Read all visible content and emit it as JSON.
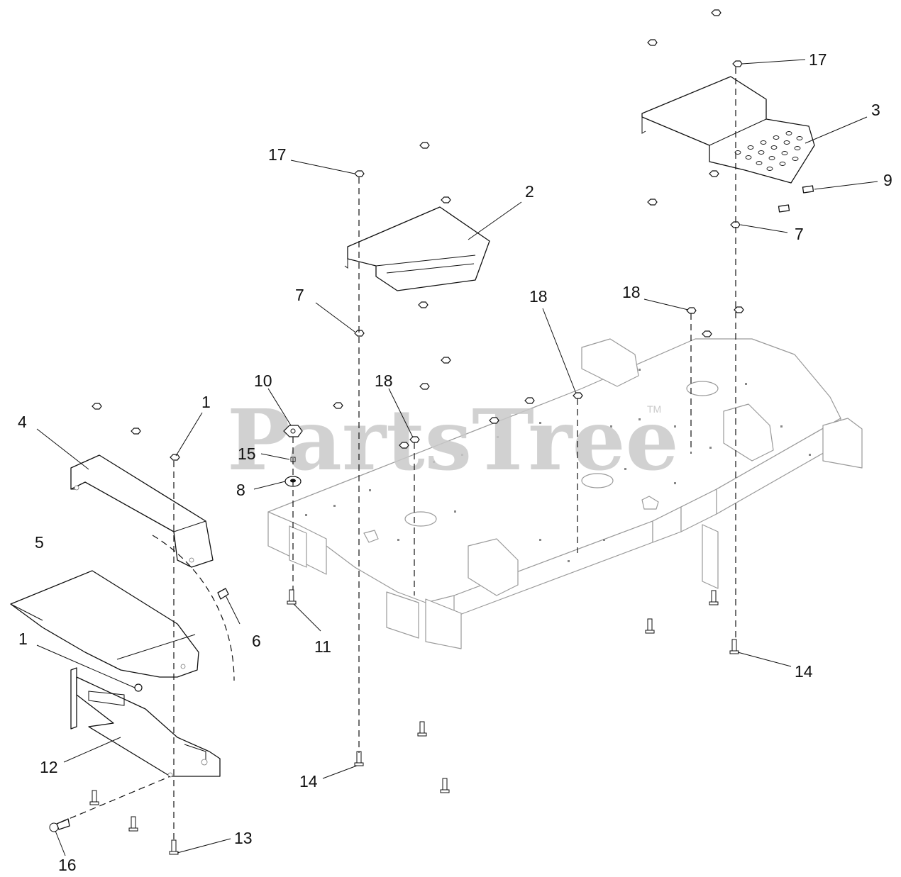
{
  "watermark": {
    "text": "PartsTree",
    "trademark": "TM"
  },
  "callouts": [
    {
      "id": "c17a",
      "text": "17"
    },
    {
      "id": "c3",
      "text": "3"
    },
    {
      "id": "c9",
      "text": "9"
    },
    {
      "id": "c7a",
      "text": "7"
    },
    {
      "id": "c17b",
      "text": "17"
    },
    {
      "id": "c2",
      "text": "2"
    },
    {
      "id": "c7b",
      "text": "7"
    },
    {
      "id": "c18a",
      "text": "18"
    },
    {
      "id": "c18b",
      "text": "18"
    },
    {
      "id": "c10",
      "text": "10"
    },
    {
      "id": "c18c",
      "text": "18"
    },
    {
      "id": "c1a",
      "text": "1"
    },
    {
      "id": "c4",
      "text": "4"
    },
    {
      "id": "c15",
      "text": "15"
    },
    {
      "id": "c8",
      "text": "8"
    },
    {
      "id": "c5",
      "text": "5"
    },
    {
      "id": "c6",
      "text": "6"
    },
    {
      "id": "c1b",
      "text": "1"
    },
    {
      "id": "c11",
      "text": "11"
    },
    {
      "id": "c14a",
      "text": "14"
    },
    {
      "id": "c12",
      "text": "12"
    },
    {
      "id": "c14b",
      "text": "14"
    },
    {
      "id": "c13",
      "text": "13"
    },
    {
      "id": "c16",
      "text": "16"
    }
  ]
}
